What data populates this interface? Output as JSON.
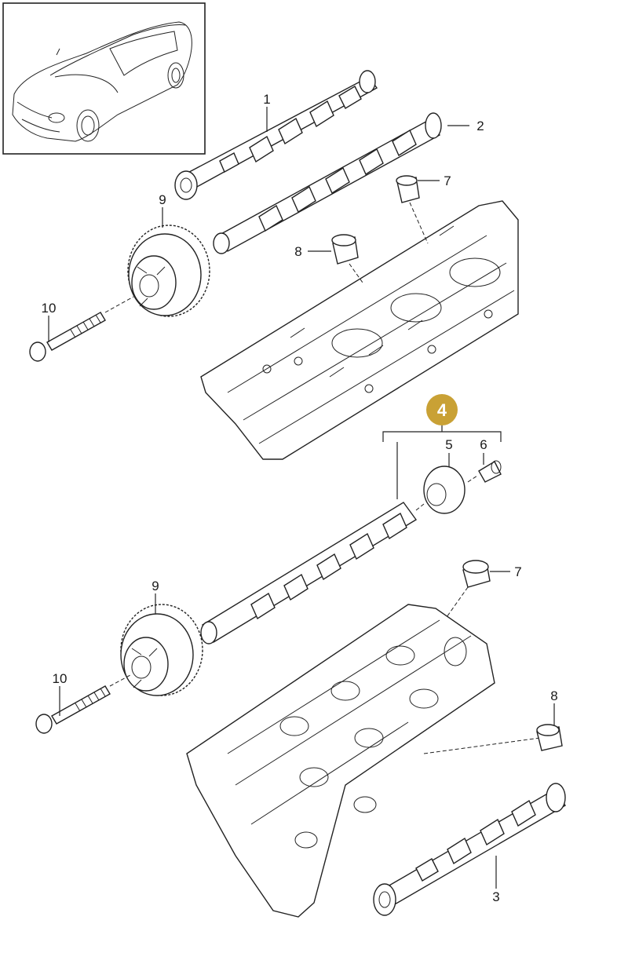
{
  "labels": {
    "camshaft_upper": "1",
    "camshaft_upper_right": "2",
    "camshaft_lower": "3",
    "assembly": "4",
    "adjuster": "5",
    "bushing": "6",
    "tappet_upper": "7",
    "tappet_lower": "7",
    "bucket_upper": "8",
    "bucket_lower": "8",
    "sprocket_upper": "9",
    "sprocket_lower": "9",
    "bolt_upper": "10",
    "bolt_lower": "10"
  },
  "colors": {
    "badge_fill": "#C9A135",
    "line": "#222222"
  },
  "icons": {
    "thumbnail": "car-icon"
  }
}
